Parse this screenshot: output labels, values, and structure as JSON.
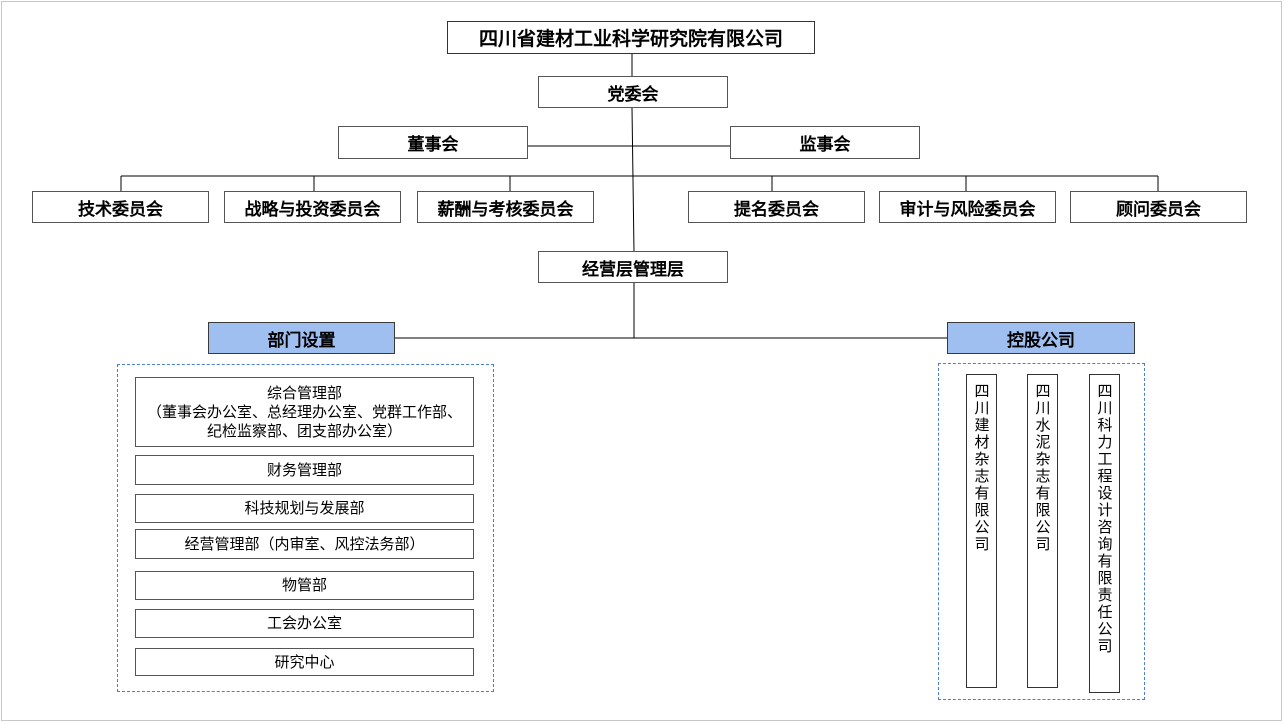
{
  "company": "四川省建材工业科学研究院有限公司",
  "party_committee": "党委会",
  "board": "董事会",
  "supervisory_board": "监事会",
  "committees": {
    "technology": "技术委员会",
    "strategy": "战略与投资委员会",
    "compensation": "薪酬与考核委员会",
    "nomination": "提名委员会",
    "audit": "审计与风险委员会",
    "advisory": "顾问委员会"
  },
  "management": "经营层管理层",
  "departments_header": "部门设置",
  "holdings_header": "控股公司",
  "departments": {
    "general_title": "综合管理部",
    "general_detail": "（董事会办公室、总经理办公室、党群工作部、纪检监察部、团支部办公室）",
    "finance": "财务管理部",
    "tech_planning": "科技规划与发展部",
    "operations": "经营管理部（内审室、风控法务部）",
    "materials": "物管部",
    "union": "工会办公室",
    "research": "研究中心"
  },
  "subsidiaries": {
    "magazine": "四川建材杂志有限公司",
    "cement": "四川水泥杂志有限公司",
    "keli": "四川科力工程设计咨询有限责任公司"
  }
}
